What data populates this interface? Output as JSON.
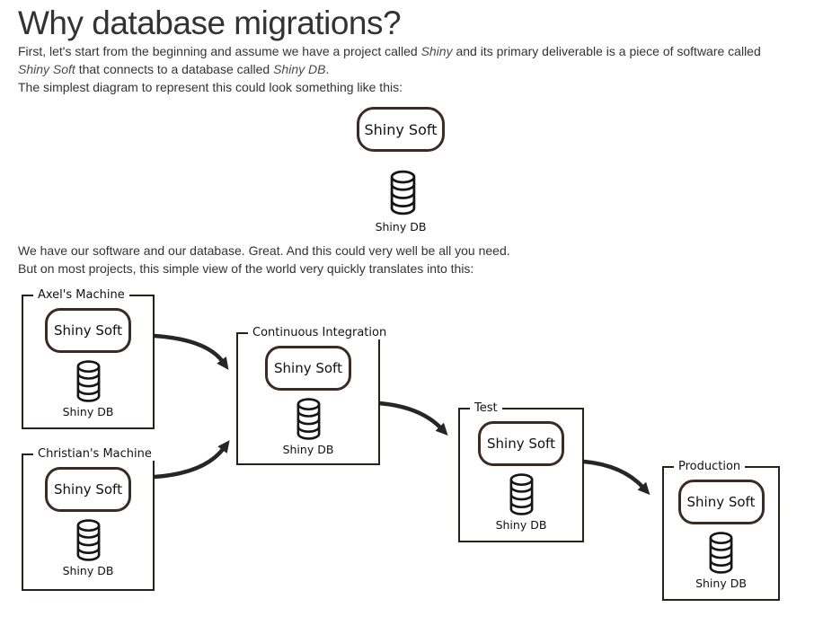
{
  "heading": "Why database migrations?",
  "paragraphs": {
    "intro": {
      "pre": "First, let's start from the beginning and assume we have a project called ",
      "project": "Shiny",
      "mid1": " and its primary deliverable is a piece of software called ",
      "soft": "Shiny Soft",
      "mid2": " that connects to a database called ",
      "db": "Shiny DB",
      "end": "."
    },
    "simplest": "The simplest diagram to represent this could look something like this:",
    "great": "We have our software and our database. Great. And this could very well be all you need.",
    "translates": "But on most projects, this simple view of the world very quickly translates into this:"
  },
  "simple_diagram": {
    "soft_label": "Shiny Soft",
    "db_label": "Shiny DB"
  },
  "env_diagram": {
    "nodes": [
      {
        "label": "Axel's Machine",
        "soft_label": "Shiny Soft",
        "db_label": "Shiny DB"
      },
      {
        "label": "Christian's Machine",
        "soft_label": "Shiny Soft",
        "db_label": "Shiny DB"
      },
      {
        "label": "Continuous Integration",
        "soft_label": "Shiny Soft",
        "db_label": "Shiny DB"
      },
      {
        "label": "Test",
        "soft_label": "Shiny Soft",
        "db_label": "Shiny DB"
      },
      {
        "label": "Production",
        "soft_label": "Shiny Soft",
        "db_label": "Shiny DB"
      }
    ],
    "flows": [
      "Axel's Machine to Continuous Integration",
      "Christian's Machine to Continuous Integration",
      "Continuous Integration to Test",
      "Test to Production"
    ]
  },
  "colors": {
    "background": "#ffffff",
    "text": "#333333",
    "diagram_box_stroke": "#26211d",
    "soft_box_border": "#3a2c24",
    "arrow": "#262626",
    "cylinder_stroke": "#151515"
  }
}
